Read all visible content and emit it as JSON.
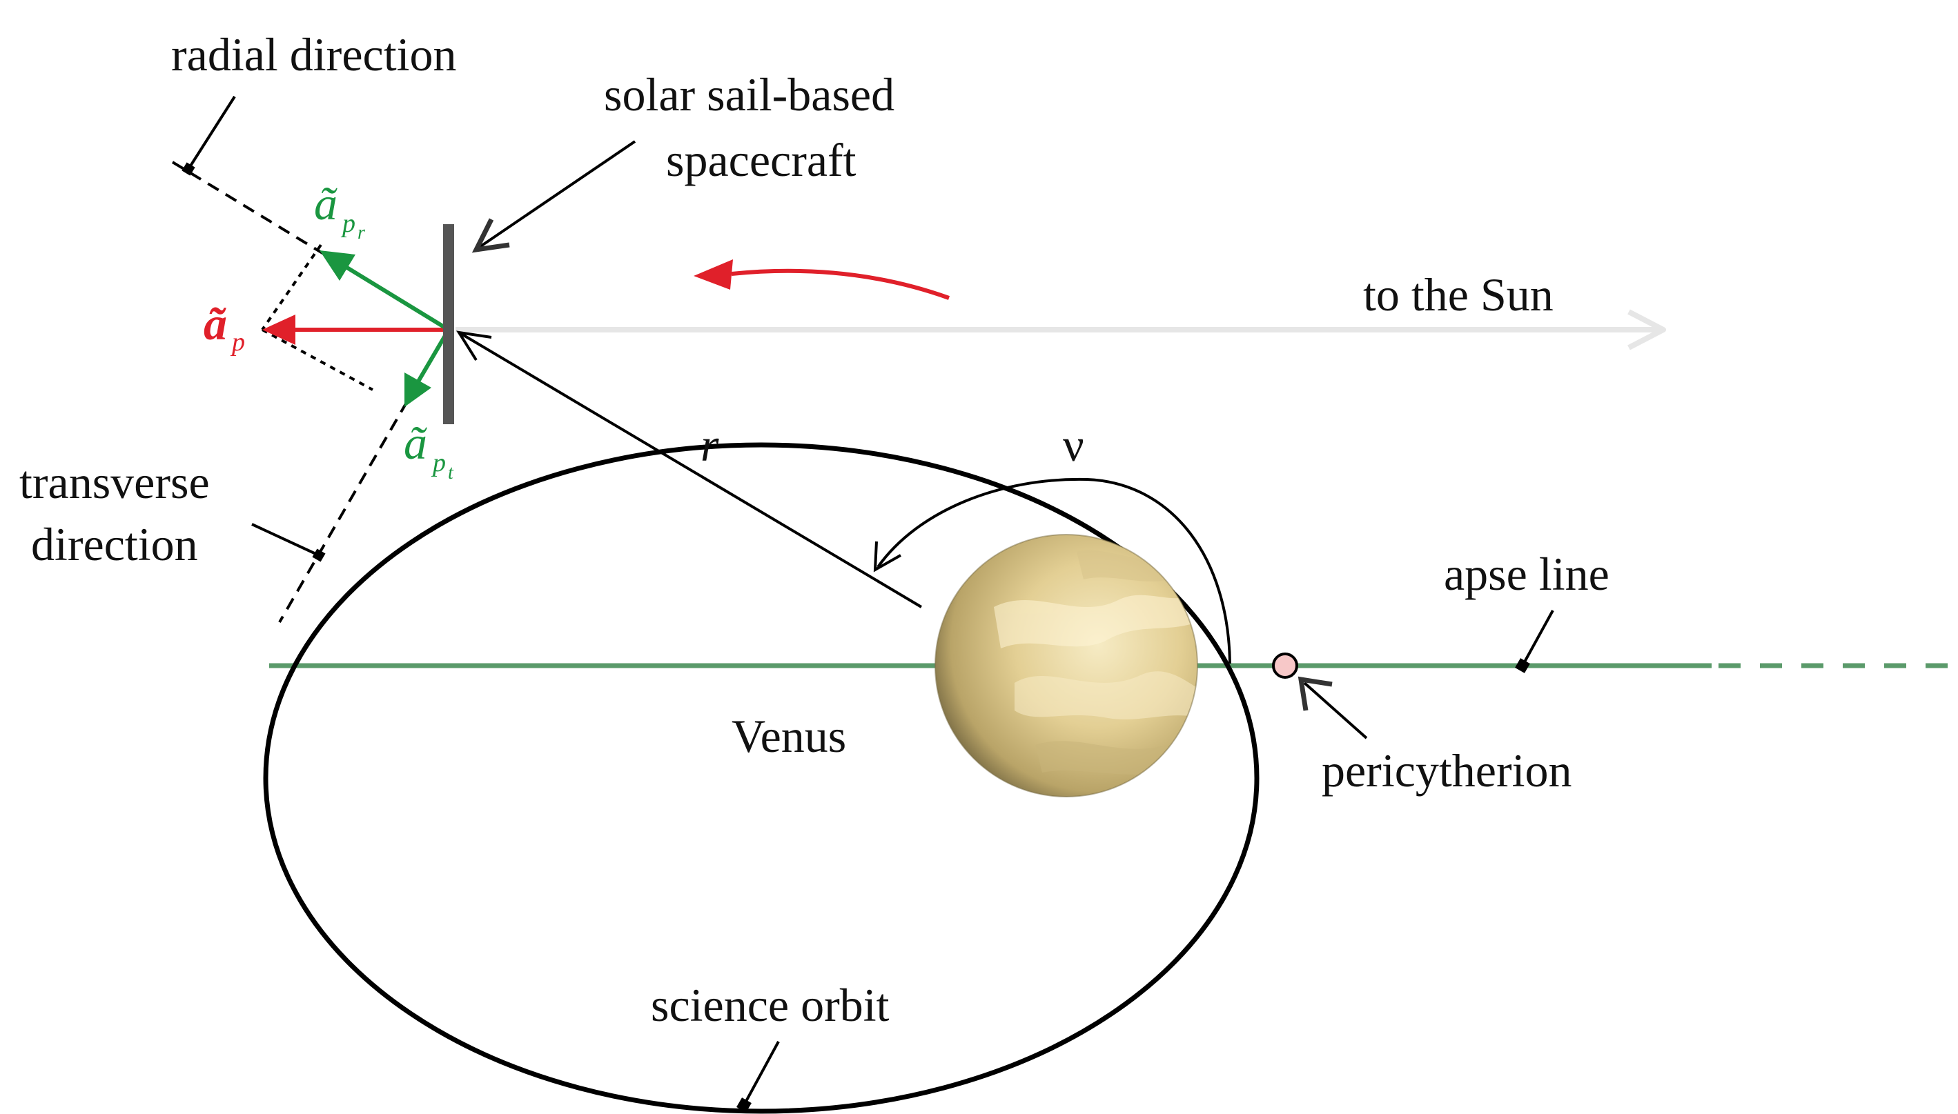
{
  "labels": {
    "radial_direction": "radial direction",
    "sail_line1": "solar sail-based",
    "sail_line2": "spacecraft",
    "to_sun": "to the Sun",
    "transverse_line1": "transverse",
    "transverse_line2": "direction",
    "r": "r",
    "nu": "ν",
    "apse_line": "apse line",
    "venus": "Venus",
    "pericytherion": "pericytherion",
    "science_orbit": "science orbit"
  },
  "vectors": {
    "ap": {
      "base": "ã",
      "sub": "p"
    },
    "apr": {
      "base": "ã",
      "sub": "p",
      "subsub": "r"
    },
    "apt": {
      "base": "ã",
      "sub": "p",
      "subsub": "t"
    }
  },
  "colors": {
    "orbit": "#000000",
    "apse": "#5a9a6a",
    "red": "#e0202a",
    "green": "#1a9640",
    "sail": "#555555",
    "sun_arrow": "#e6e6e6",
    "pericenter_fill": "#f7c8c8",
    "venus_light": "#f3e6bb",
    "venus_mid": "#d9c58a",
    "venus_dark": "#6e6240"
  }
}
